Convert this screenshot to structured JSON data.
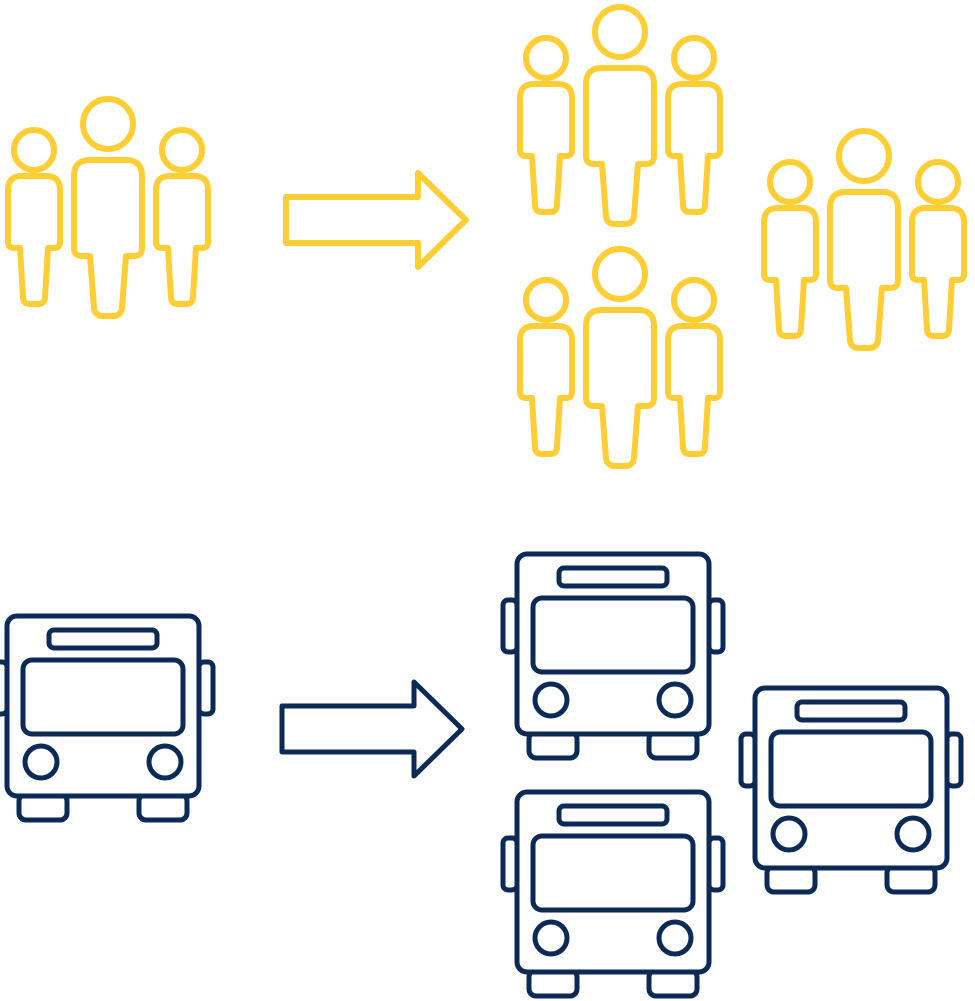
{
  "colors": {
    "people": "#FFCD34",
    "bus": "#0B2A55",
    "background": "#FFFFFF"
  },
  "rows": [
    {
      "name": "people-row",
      "icon": "group-of-people-icon",
      "source_count": 1,
      "result_count": 3,
      "arrow": "right-arrow-icon"
    },
    {
      "name": "bus-row",
      "icon": "bus-icon",
      "source_count": 1,
      "result_count": 3,
      "arrow": "right-arrow-icon"
    }
  ]
}
